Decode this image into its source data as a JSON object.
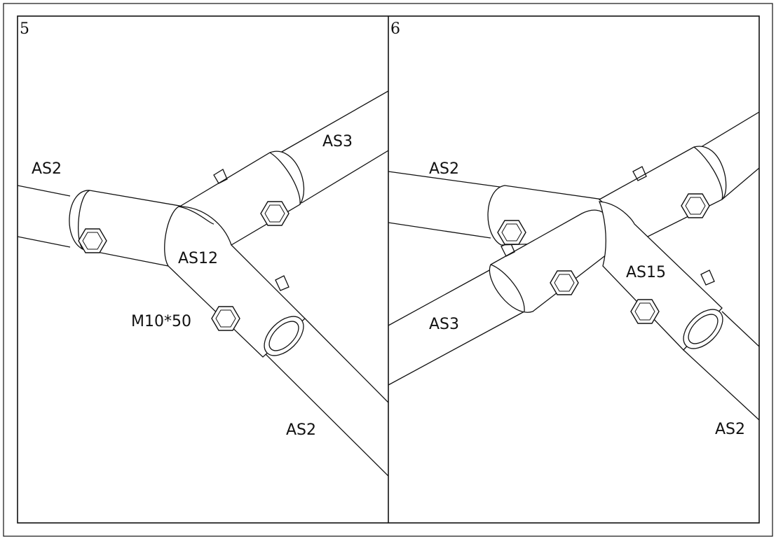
{
  "panels": [
    {
      "number": "5",
      "labels": {
        "pipe_left": "AS2",
        "pipe_right": "AS3",
        "connector": "AS12",
        "bolt": "M10*50",
        "pipe_bottom": "AS2"
      }
    },
    {
      "number": "6",
      "labels": {
        "pipe_left": "AS2",
        "pipe_front": "AS3",
        "connector": "AS15",
        "pipe_bottom": "AS2"
      }
    }
  ]
}
